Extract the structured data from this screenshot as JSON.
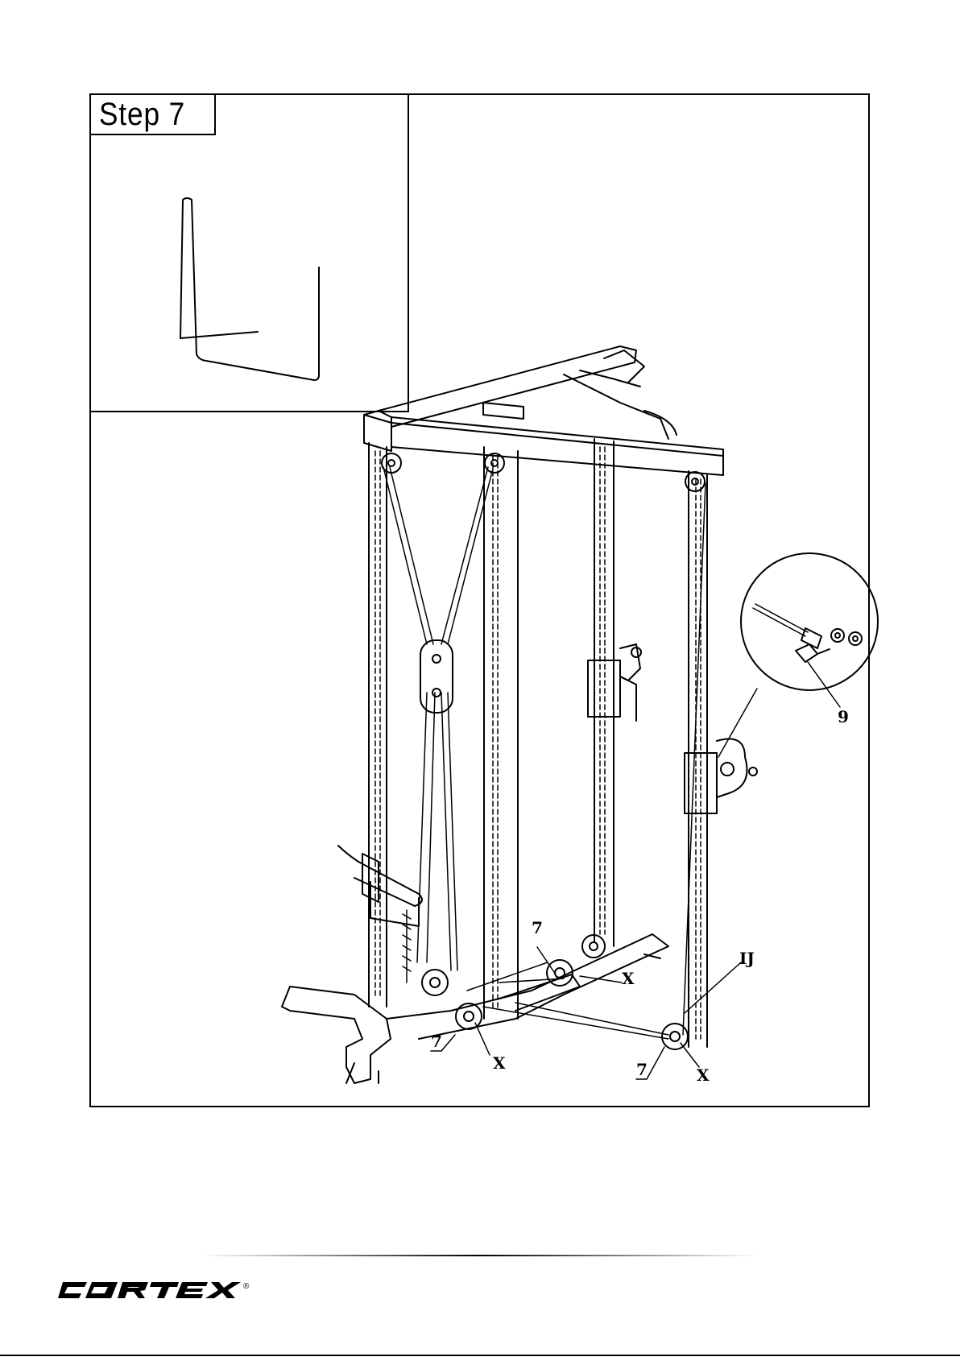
{
  "step": {
    "label": "Step 7"
  },
  "callouts": {
    "part_9": "9",
    "cable_ij": "IJ",
    "pulley_a": "7",
    "pulley_a_x": "X",
    "pulley_b": "7",
    "pulley_b_x": "X",
    "pulley_c": "7",
    "pulley_c_x": "X"
  },
  "brand": {
    "logo_text": "CORTEX",
    "registered": "®"
  }
}
